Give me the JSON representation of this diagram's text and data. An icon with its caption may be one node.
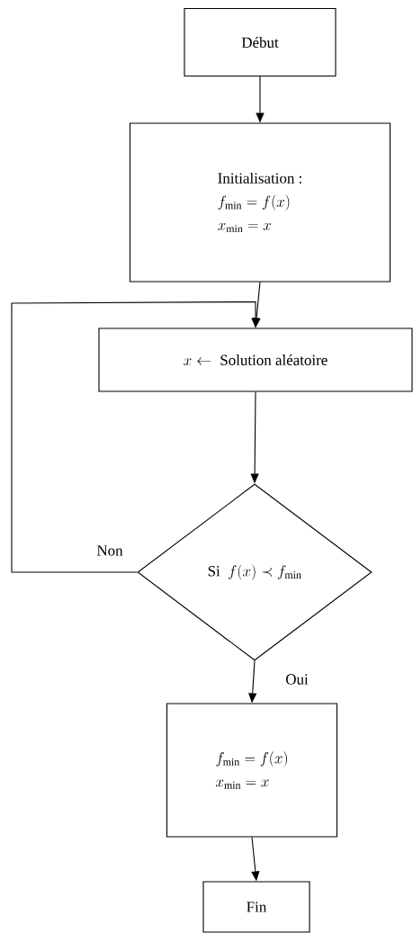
{
  "diagram": {
    "nodes": [
      {
        "text": [
          "Début"
        ]
      },
      {
        "text": [
          "Initialisation :",
          "f_{\\min} = f(x)",
          "x_{\\min} = x"
        ]
      },
      {
        "text": [
          "x \\leftarrow \\mbox{ Solution aléatoire}"
        ]
      },
      {
        "text": [
          "\\mbox{Si }\\ f(x) \\prec f_{\\min}"
        ]
      },
      {
        "text": [
          "f_{\\min} = f(x)",
          "x_{\\min} = x"
        ]
      },
      {
        "text": [
          "Fin"
        ]
      }
    ],
    "edges": [
      {
        "from": 0,
        "to": 1,
        "arrow": "to"
      },
      {
        "from": 1,
        "to": 2,
        "arrow": "to"
      },
      {
        "from": 2,
        "to": 3,
        "arrow": "to"
      },
      {
        "from": 3,
        "to": 4,
        "arrow": "to",
        "label": "Oui"
      },
      {
        "from": 3,
        "to": 2,
        "arrow": "to",
        "label": "Non"
      },
      {
        "from": 4,
        "to": 5,
        "arrow": "to"
      }
    ]
  }
}
